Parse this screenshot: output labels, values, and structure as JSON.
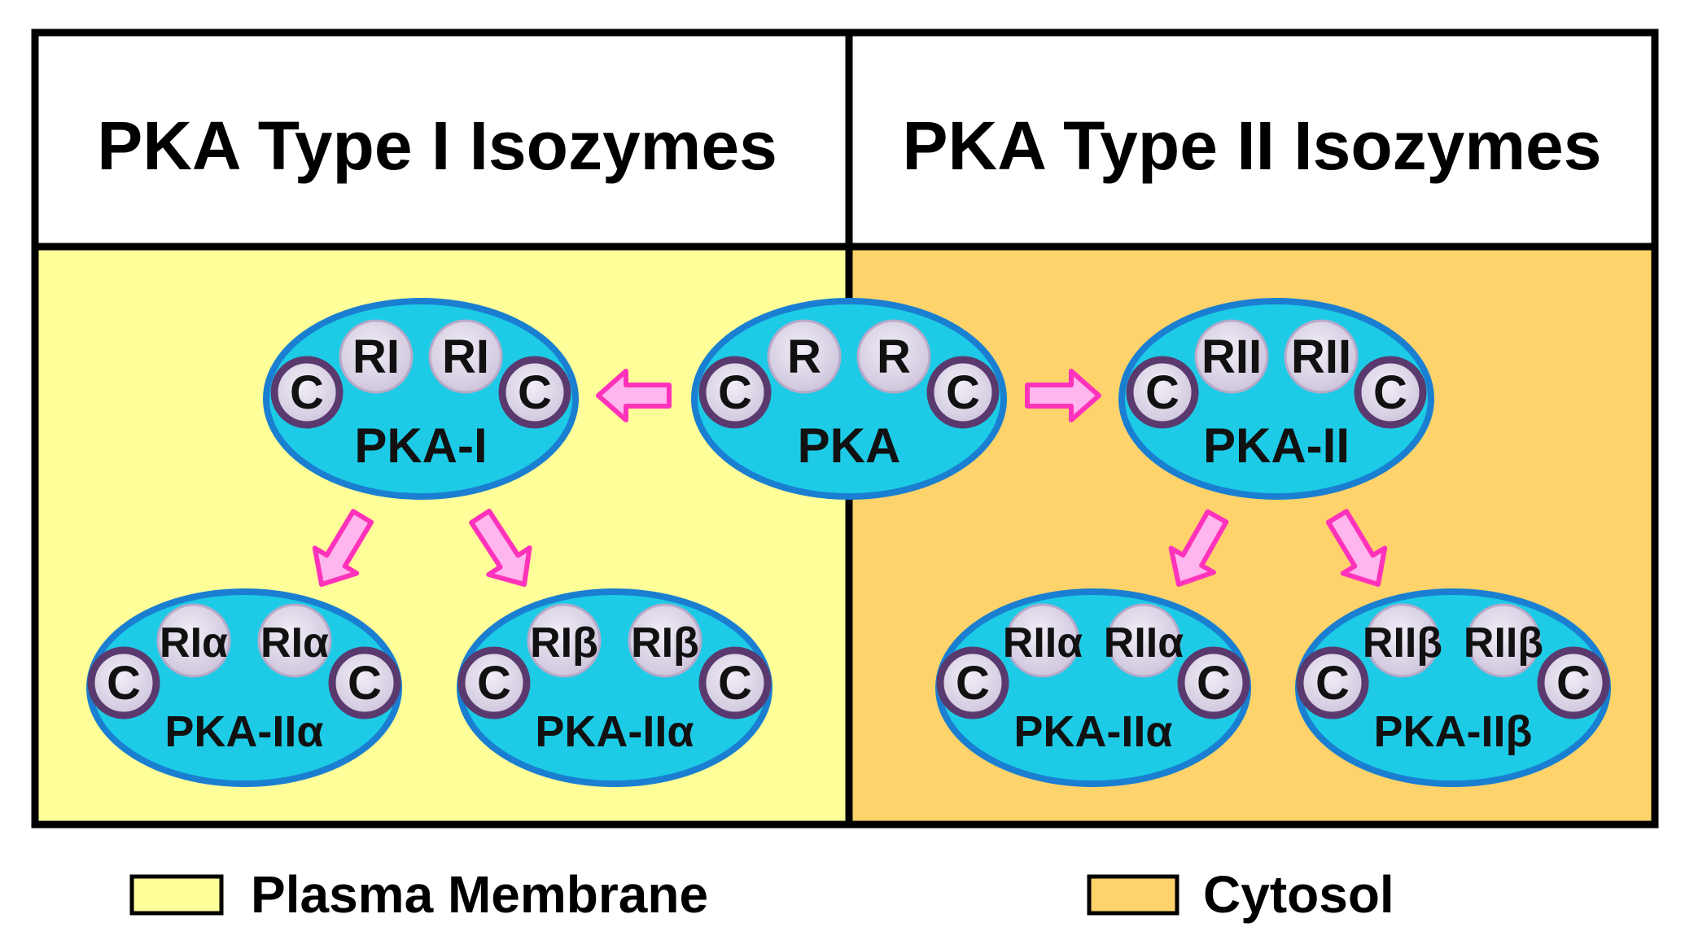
{
  "headers": {
    "left": "PKA Type I Isozymes",
    "right": "PKA Type II Isozymes"
  },
  "colors": {
    "plasma_membrane": "#ffff99",
    "cytosol": "#ffd36b",
    "ellipse_fill": "#1dcbe6",
    "ellipse_stroke": "#1a7fd1",
    "subunit_fill": "#dcd6e6",
    "c_ring": "#5a3a6e",
    "arrow_fill": "#ffb6ee",
    "arrow_stroke": "#ff33bb"
  },
  "center": {
    "name": "PKA",
    "r": [
      "R",
      "R"
    ],
    "c": [
      "C",
      "C"
    ]
  },
  "type1": {
    "name": "PKA-I",
    "r": [
      "RI",
      "RI"
    ],
    "c": [
      "C",
      "C"
    ],
    "children": [
      {
        "name": "PKA-IIα",
        "r": [
          "RIα",
          "RIα"
        ],
        "c": [
          "C",
          "C"
        ]
      },
      {
        "name": "PKA-IIα",
        "r": [
          "RIβ",
          "RIβ"
        ],
        "c": [
          "C",
          "C"
        ]
      }
    ]
  },
  "type2": {
    "name": "PKA-II",
    "r": [
      "RII",
      "RII"
    ],
    "c": [
      "C",
      "C"
    ],
    "children": [
      {
        "name": "PKA-IIα",
        "r": [
          "RIIα",
          "RIIα"
        ],
        "c": [
          "C",
          "C"
        ]
      },
      {
        "name": "PKA-IIβ",
        "r": [
          "RIIβ",
          "RIIβ"
        ],
        "c": [
          "C",
          "C"
        ]
      }
    ]
  },
  "legend": {
    "plasma_membrane": "Plasma Membrane",
    "cytosol": "Cytosol"
  }
}
